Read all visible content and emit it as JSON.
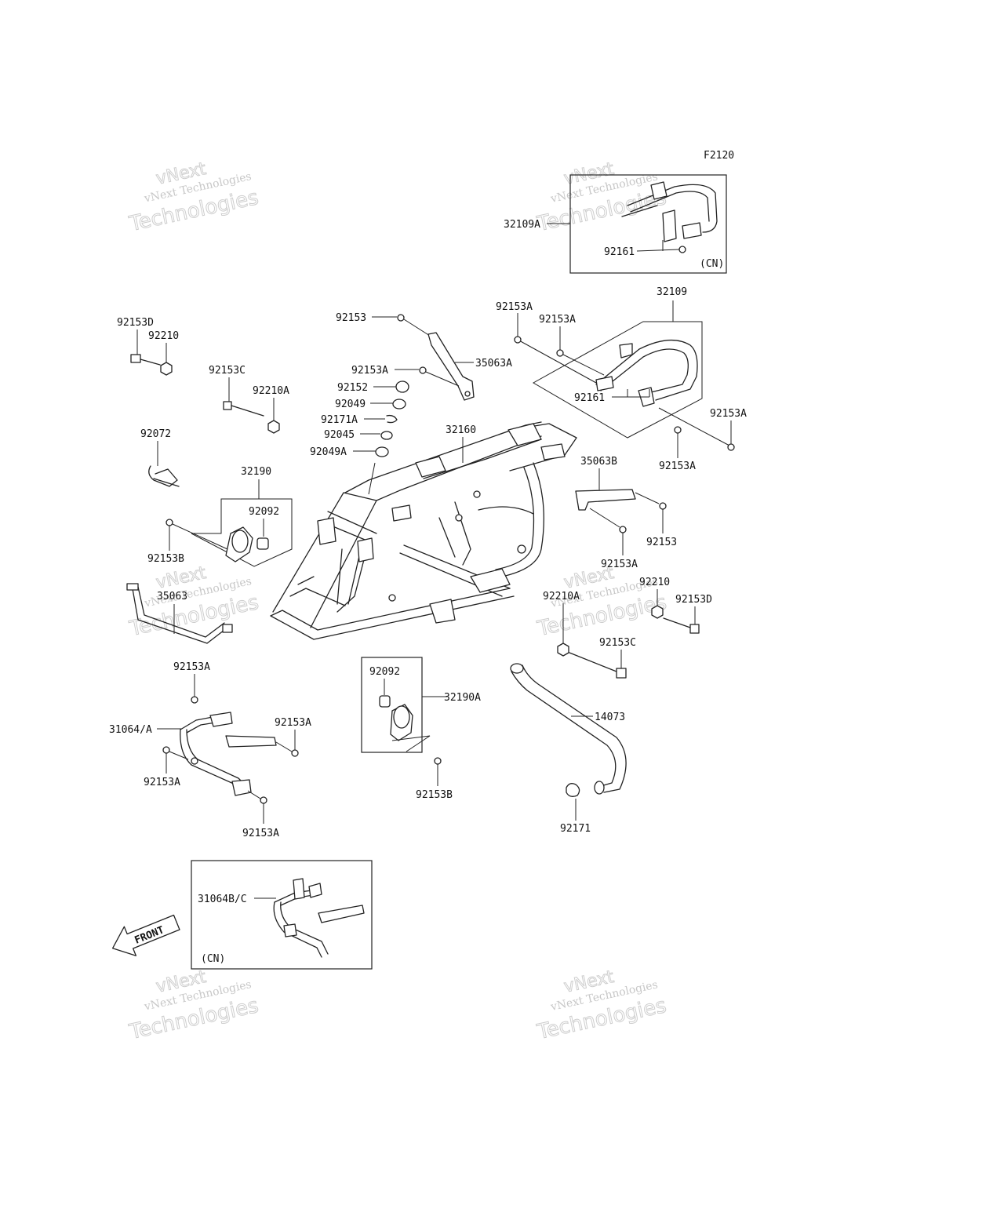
{
  "figure_code": "F2120",
  "watermark": {
    "line1": "vNext",
    "line2": "vNext Technologies",
    "line3": "Technologies"
  },
  "front_arrow_label": "FRONT",
  "inset_note": "(CN)",
  "parts": {
    "p32109A": "32109A",
    "p92161_inset": "92161",
    "p32109": "32109",
    "p92153A_1": "92153A",
    "p92153A_2": "92153A",
    "p92161": "92161",
    "p92153A_3": "92153A",
    "p92153A_4": "92153A",
    "p92153": "92153",
    "p35063A": "35063A",
    "p92153A_5": "92153A",
    "p92152": "92152",
    "p92049": "92049",
    "p92171A": "92171A",
    "p92045": "92045",
    "p92049A": "92049A",
    "p32160": "32160",
    "p92153D": "92153D",
    "p92210": "92210",
    "p92153C": "92153C",
    "p92210A": "92210A",
    "p92072": "92072",
    "p32190": "32190",
    "p92092": "92092",
    "p92153B": "92153B",
    "p35063B": "35063B",
    "p92153_2": "92153",
    "p92153A_6": "92153A",
    "p35063": "35063",
    "p92210_2": "92210",
    "p92153D_2": "92153D",
    "p92210A_2": "92210A",
    "p92153C_2": "92153C",
    "p92153A_7": "92153A",
    "p31064A": "31064/A",
    "p92153A_8": "92153A",
    "p92153A_9": "92153A",
    "p92153A_10": "92153A",
    "p92092_2": "92092",
    "p32190A": "32190A",
    "p92153B_2": "92153B",
    "p14073": "14073",
    "p92171": "92171",
    "p31064BC": "31064B/C"
  }
}
